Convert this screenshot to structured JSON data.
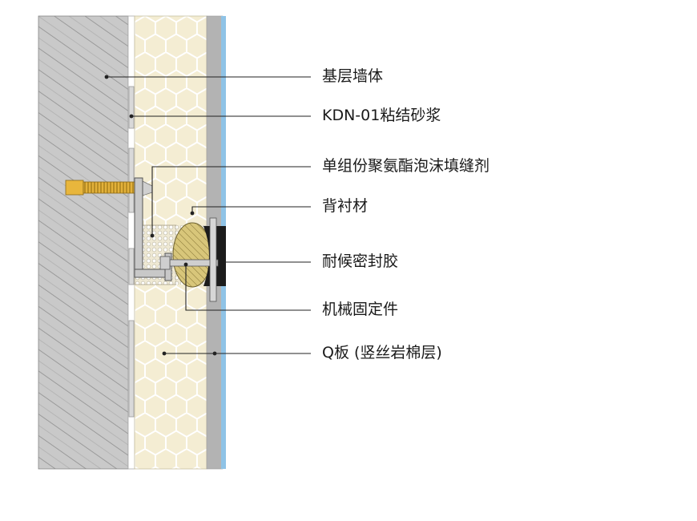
{
  "labels": {
    "base_wall": "基层墙体",
    "mortar": "KDN-01粘结砂浆",
    "pu_foam": "单组份聚氨酯泡沫填缝剂",
    "backing": "背衬材",
    "sealant": "耐候密封胶",
    "fastener": "机械固定件",
    "q_board": "Q板 (竖丝岩棉层)"
  },
  "colors": {
    "wall_fill": "#c9c9c9",
    "wall_hatch": "#8f8f8f",
    "gap": "#ffffff",
    "mortar": "#d9d9d9",
    "insulation": "#f4edd3",
    "honeycomb": "#ffffff",
    "render": "#b3b3b3",
    "finish": "#8fc3e6",
    "bolt": "#e3b13a",
    "backing_rod": "#d8c67a",
    "sealant": "#1c1c1c",
    "bracket": "#c8c8c8",
    "leader": "#222222"
  }
}
